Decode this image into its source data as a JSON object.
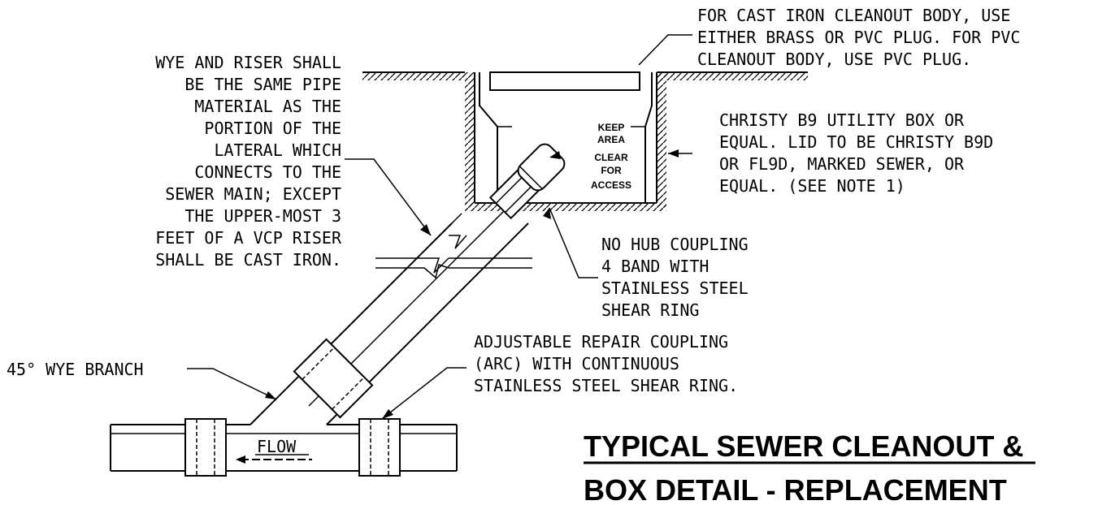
{
  "notes": {
    "plug": [
      "FOR CAST IRON CLEANOUT BODY, USE",
      "EITHER BRASS OR PVC PLUG. FOR PVC",
      "CLEANOUT BODY, USE PVC PLUG."
    ],
    "riser": [
      "WYE AND RISER SHALL",
      "BE THE SAME PIPE",
      "MATERIAL AS THE",
      "PORTION OF THE",
      "LATERAL WHICH",
      "CONNECTS TO THE",
      "SEWER MAIN; EXCEPT",
      "THE UPPER-MOST 3",
      "FEET OF A VCP RISER",
      "SHALL BE CAST IRON."
    ],
    "utility_box": [
      "CHRISTY B9 UTILITY BOX OR",
      "EQUAL. LID TO BE CHRISTY B9D",
      "OR FL9D, MARKED SEWER, OR",
      "EQUAL. (SEE NOTE 1)"
    ],
    "no_hub": [
      "NO HUB COUPLING",
      "4 BAND WITH",
      "STAINLESS STEEL",
      "SHEAR RING"
    ],
    "arc": [
      "ADJUSTABLE REPAIR COUPLING",
      "(ARC) WITH CONTINUOUS",
      "STAINLESS STEEL SHEAR RING."
    ],
    "wye": "45° WYE BRANCH"
  },
  "box_label": [
    "KEEP",
    "AREA",
    "CLEAR",
    "FOR",
    "ACCESS"
  ],
  "flow_label": "FLOW",
  "title": {
    "line1_main": "TYPICAL  SEWER CLEANOUT",
    "line1_tail": " &",
    "line2": "BOX DETAIL - REPLACEMENT"
  }
}
